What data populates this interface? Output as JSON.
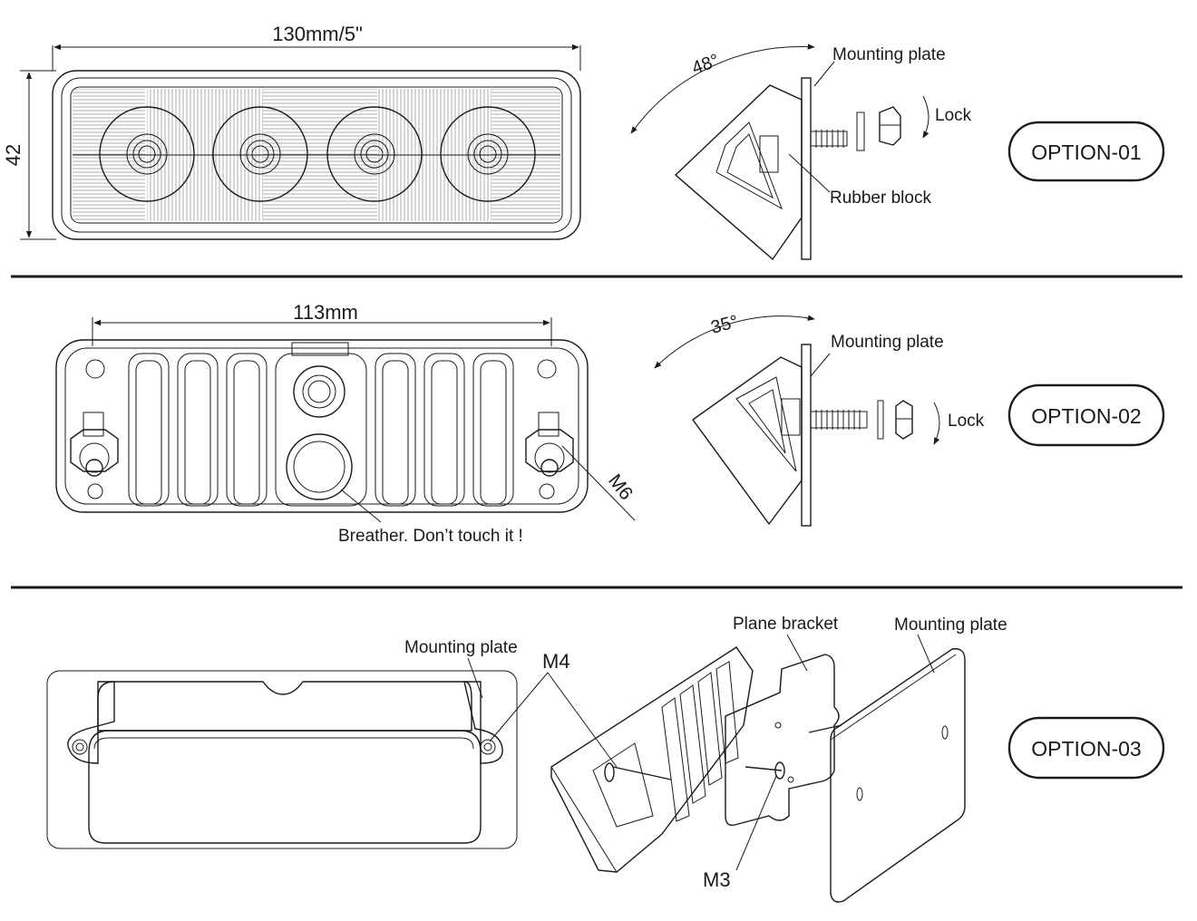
{
  "option1": {
    "width_dim": "130mm/5\"",
    "height_dim": "42",
    "angle": "48°",
    "mounting_plate": "Mounting plate",
    "lock": "Lock",
    "rubber_block": "Rubber block",
    "badge": "OPTION-01"
  },
  "option2": {
    "width_dim": "113mm",
    "angle": "35°",
    "mounting_plate": "Mounting plate",
    "lock": "Lock",
    "bolt": "M6",
    "breather": "Breather. Don’t  touch it !",
    "badge": "OPTION-02"
  },
  "option3": {
    "mounting_plate_left": "Mounting plate",
    "screw_m4": "M4",
    "plane_bracket": "Plane bracket",
    "mounting_plate_right": "Mounting plate",
    "screw_m3": "M3",
    "badge": "OPTION-03"
  }
}
